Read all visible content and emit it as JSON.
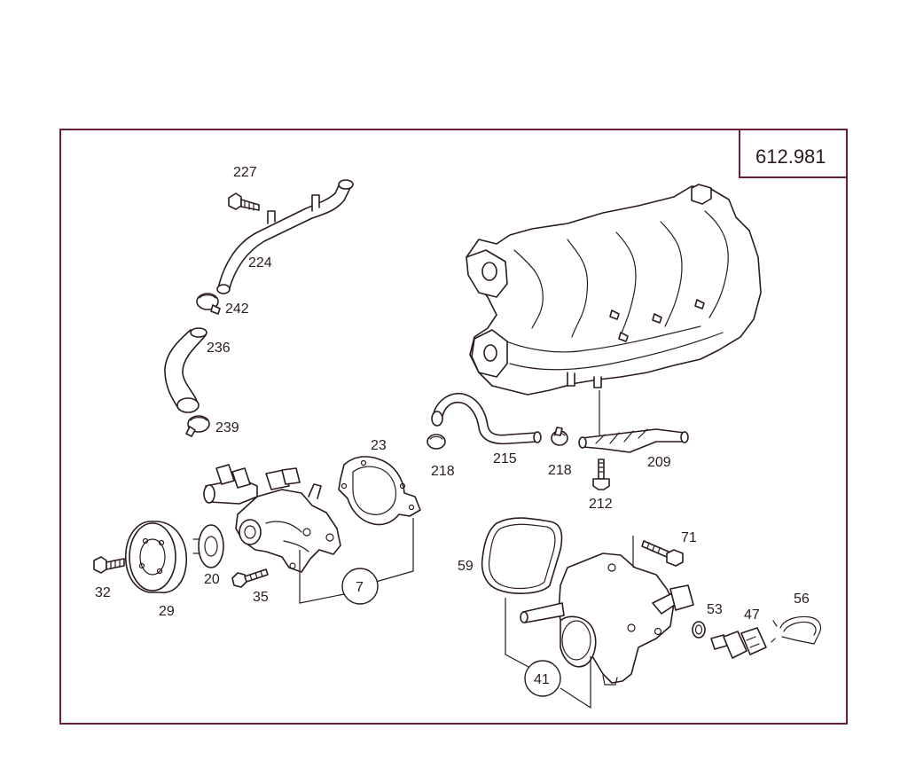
{
  "diagram_code": "612.981",
  "callouts": {
    "p227": "227",
    "p224": "224",
    "p242": "242",
    "p236": "236",
    "p239": "239",
    "p23": "23",
    "p218a": "218",
    "p215": "215",
    "p218b": "218",
    "p209": "209",
    "p212": "212",
    "p71": "71",
    "p59": "59",
    "p56": "56",
    "p53": "53",
    "p47": "47",
    "p41": "41",
    "p7": "7",
    "p32": "32",
    "p29": "29",
    "p20": "20",
    "p35": "35"
  },
  "colors": {
    "frame": "#6b1e3a",
    "line": "#2a1a22",
    "background": "#ffffff"
  }
}
